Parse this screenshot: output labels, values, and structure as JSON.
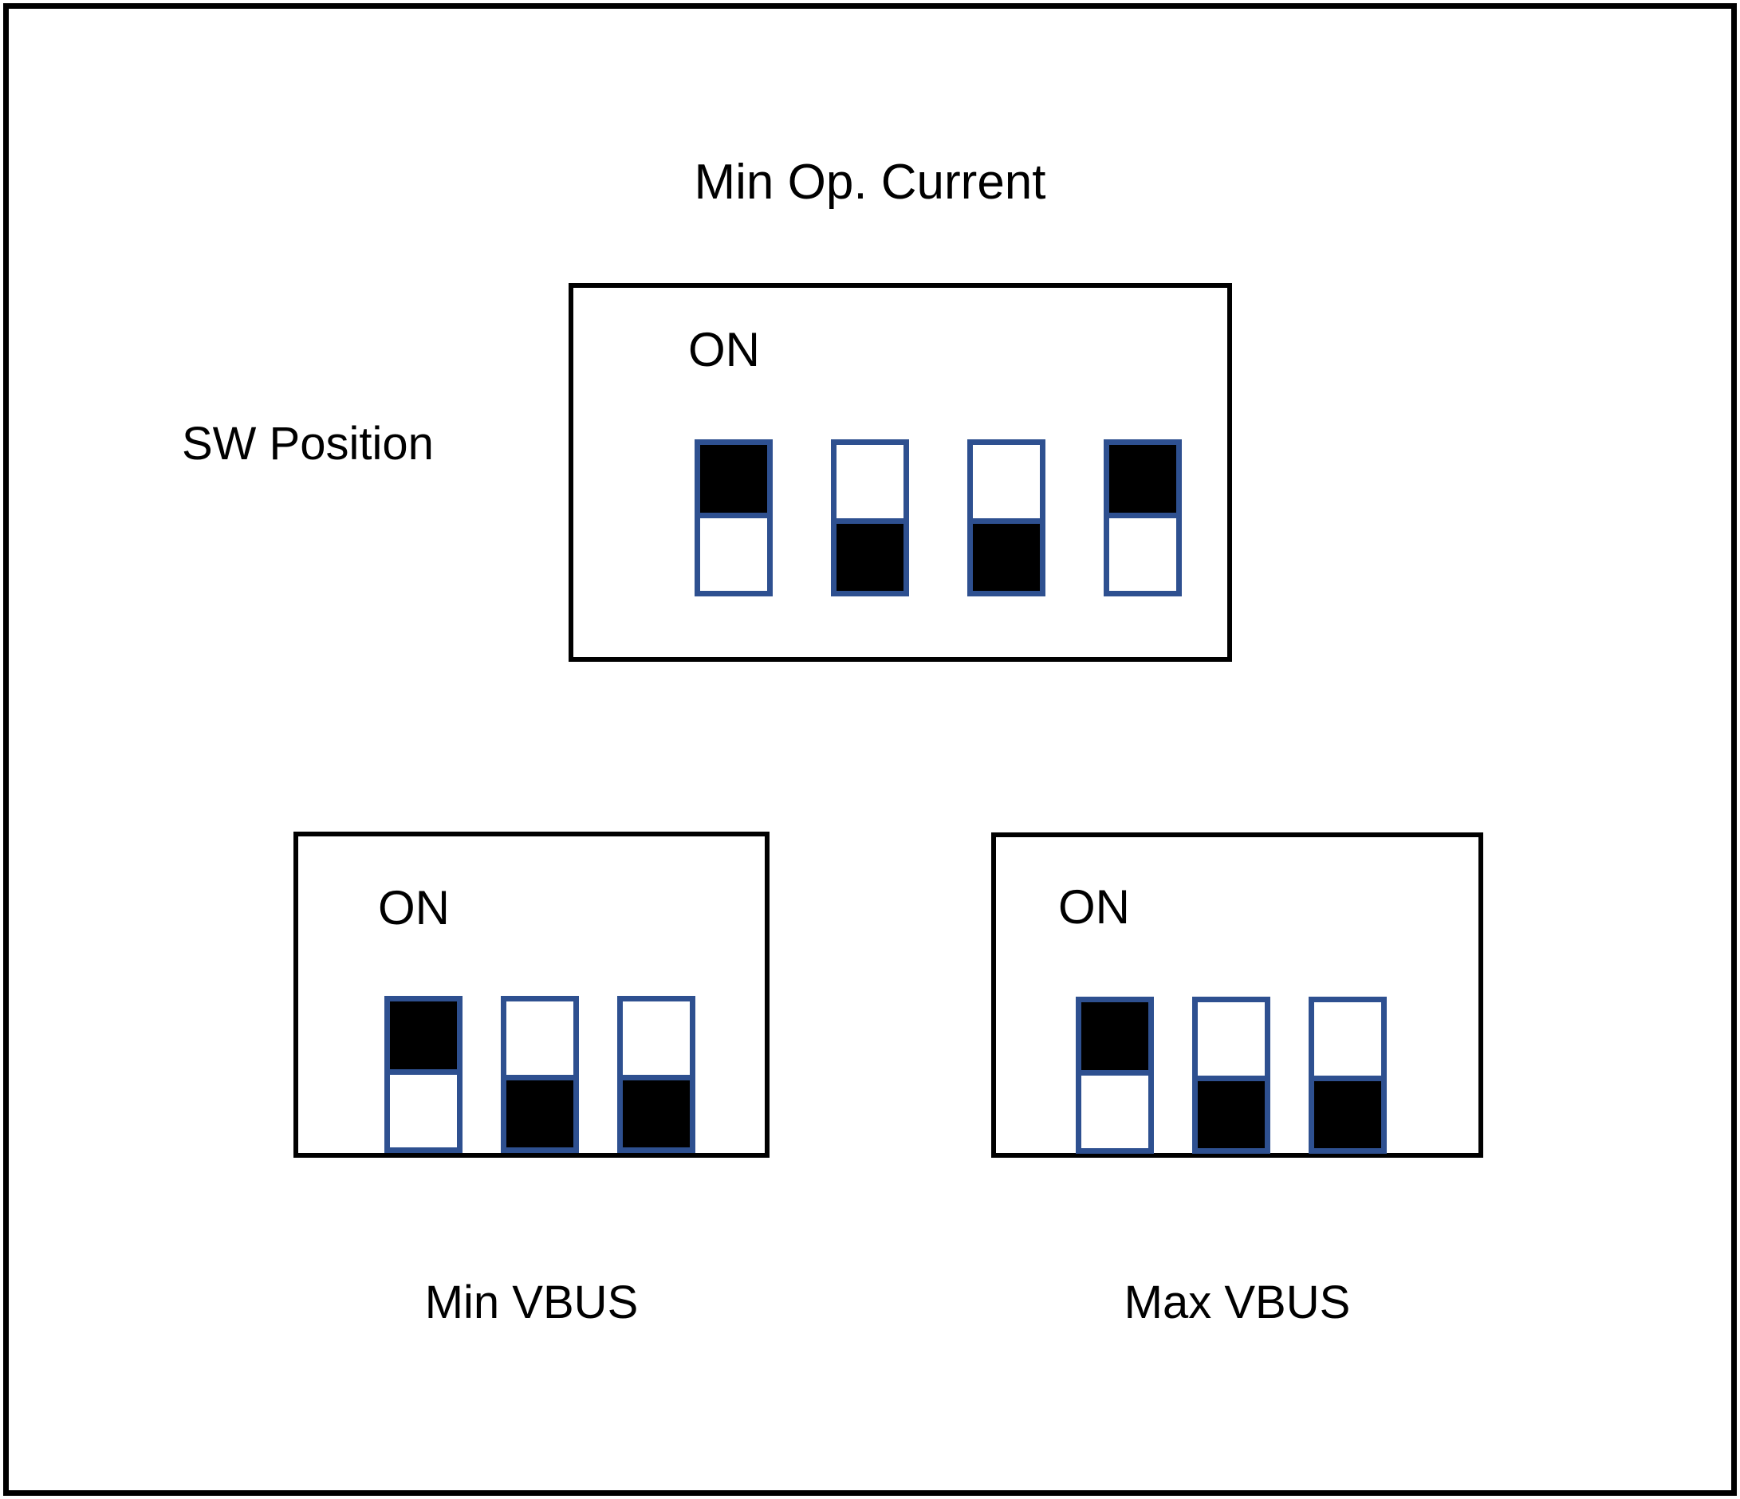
{
  "figure": {
    "title": "Min Op. Current",
    "sw_position_label": "SW Position",
    "switch_border_color": "#2E5090",
    "switch_fill_color": "#000000",
    "frame_color": "#000000",
    "background_color": "#FFFFFF"
  },
  "panels": {
    "min_op_current": {
      "on_label": "ON",
      "switch_count": 4,
      "positions": [
        "up",
        "down",
        "down",
        "up"
      ]
    },
    "min_vbus": {
      "on_label": "ON",
      "caption": "Min VBUS",
      "switch_count": 3,
      "positions": [
        "up",
        "down",
        "down"
      ]
    },
    "max_vbus": {
      "on_label": "ON",
      "caption": "Max VBUS",
      "switch_count": 3,
      "positions": [
        "up",
        "down",
        "down"
      ]
    }
  }
}
